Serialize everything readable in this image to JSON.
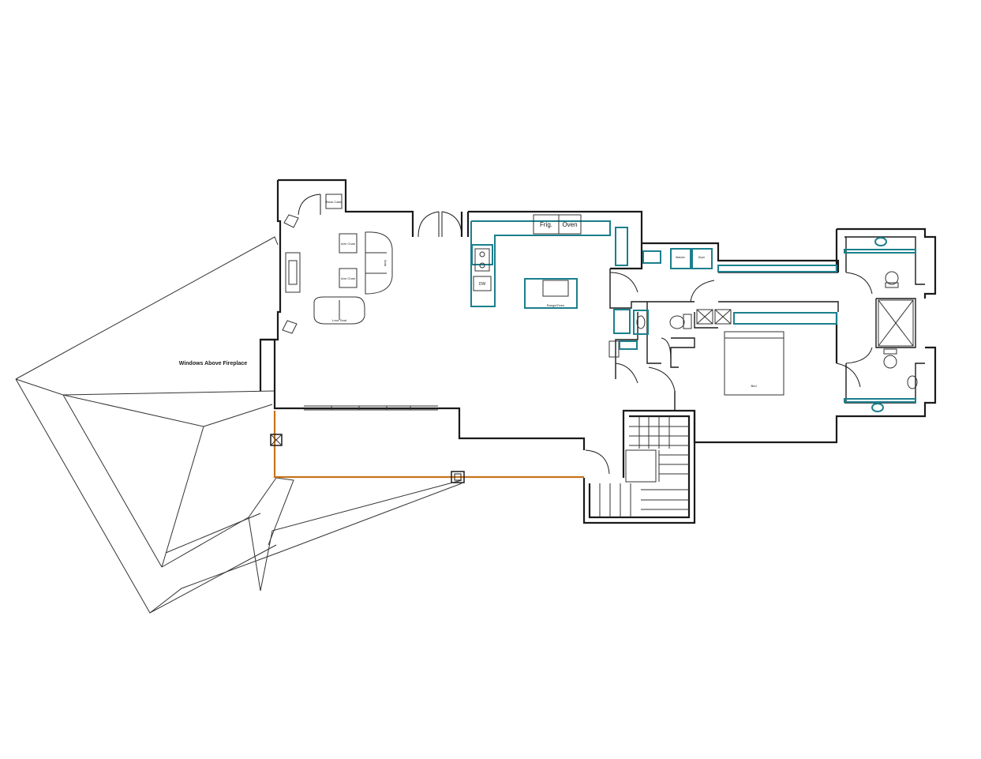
{
  "annotations": {
    "windows_above_fireplace": "Windows Above Fireplace"
  },
  "appliances": {
    "fridge": "Frig.",
    "oven": "Oven",
    "dishwasher": "DW",
    "island": "Range/Oven",
    "washer": "Washer",
    "dryer": "Dryer",
    "bookcase": "Book Case"
  },
  "furniture": {
    "chair_top": "Arm Chair",
    "chair_bottom": "Arm Chair",
    "sofa_right": "Sofa",
    "sofa_bottom": "Love Seat",
    "bed": "Bed"
  },
  "colors": {
    "walls": "#1a1a1a",
    "cabinetry": "#1b7f8c",
    "deck_rail": "#c7731b",
    "background": "#ffffff"
  }
}
